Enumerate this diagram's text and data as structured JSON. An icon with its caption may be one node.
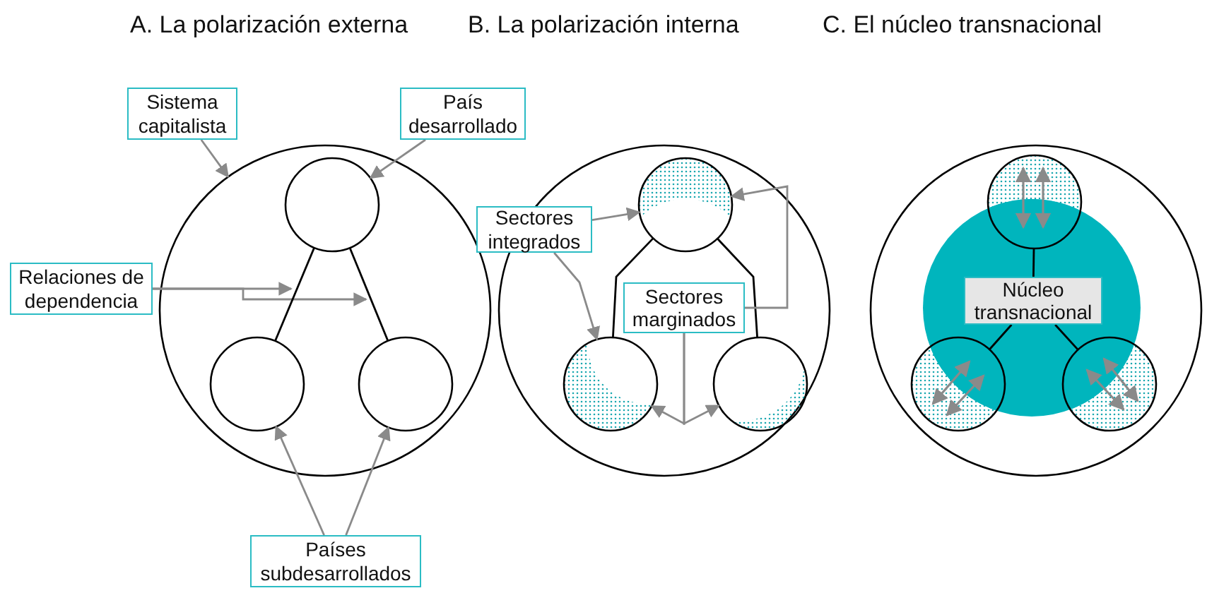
{
  "diagram": {
    "nodes": [
      {
        "text": [],
        "shape": "circle"
      },
      {
        "text": [],
        "shape": "circle",
        "in": 0
      },
      {
        "text": [],
        "shape": "circle",
        "in": 0
      },
      {
        "text": [],
        "shape": "circle",
        "in": 0
      },
      {
        "text": [
          "Sistema capitalista"
        ]
      },
      {
        "text": [
          "País desarrollado"
        ]
      },
      {
        "text": [
          "Relaciones de dependencia"
        ]
      },
      {
        "text": [
          "Países subdesarrollados"
        ]
      },
      {
        "text": [],
        "shape": "circle"
      },
      {
        "text": [],
        "shape": "circle",
        "in": 8
      },
      {
        "text": [],
        "shape": "circle",
        "in": 8
      },
      {
        "text": [],
        "shape": "circle",
        "in": 8
      },
      {
        "text": [
          "Sectores integrados"
        ]
      },
      {
        "text": [
          "Sectores marginados"
        ],
        "in": 8
      },
      {
        "text": [],
        "shape": "circle"
      },
      {
        "text": [],
        "shape": "circle",
        "in": 14
      },
      {
        "text": [
          "Núcleo transnacional"
        ],
        "in": 15
      },
      {
        "text": [],
        "shape": "circle",
        "in": 14
      },
      {
        "text": [],
        "shape": "circle",
        "in": 14
      },
      {
        "text": [],
        "shape": "circle",
        "in": 14
      }
    ],
    "edges": [
      {
        "from": 4,
        "to": 0,
        "arrow": "to"
      },
      {
        "from": 5,
        "to": 1,
        "arrow": "to"
      },
      {
        "from": 6,
        "to": null,
        "arrow": "to"
      },
      {
        "from": 6,
        "to": null,
        "arrow": "to"
      },
      {
        "from": 1,
        "to": 2,
        "arrow": "none",
        "color": "#000000"
      },
      {
        "from": 1,
        "to": 3,
        "arrow": "none",
        "color": "#000000"
      },
      {
        "from": 7,
        "to": 2,
        "arrow": "to"
      },
      {
        "from": 7,
        "to": 3,
        "arrow": "to"
      },
      {
        "from": 9,
        "to": 10,
        "arrow": "none",
        "color": "#000000"
      },
      {
        "from": 9,
        "to": 11,
        "arrow": "none",
        "color": "#000000"
      },
      {
        "from": 12,
        "to": 9,
        "arrow": "to"
      },
      {
        "from": 12,
        "to": 10,
        "arrow": "to"
      },
      {
        "from": 13,
        "to": 9,
        "arrow": "to"
      },
      {
        "from": 13,
        "to": 10,
        "arrow": "to"
      },
      {
        "from": 13,
        "to": 11,
        "arrow": "to"
      },
      {
        "from": 17,
        "to": 16,
        "arrow": "none",
        "color": "#000000"
      },
      {
        "from": 16,
        "to": 18,
        "arrow": "none",
        "color": "#000000"
      },
      {
        "from": 16,
        "to": 19,
        "arrow": "none",
        "color": "#000000"
      }
    ],
    "labels": [
      "A. La polarización externa",
      "B. La polarización interna",
      "C. El núcleo transnacional"
    ]
  }
}
